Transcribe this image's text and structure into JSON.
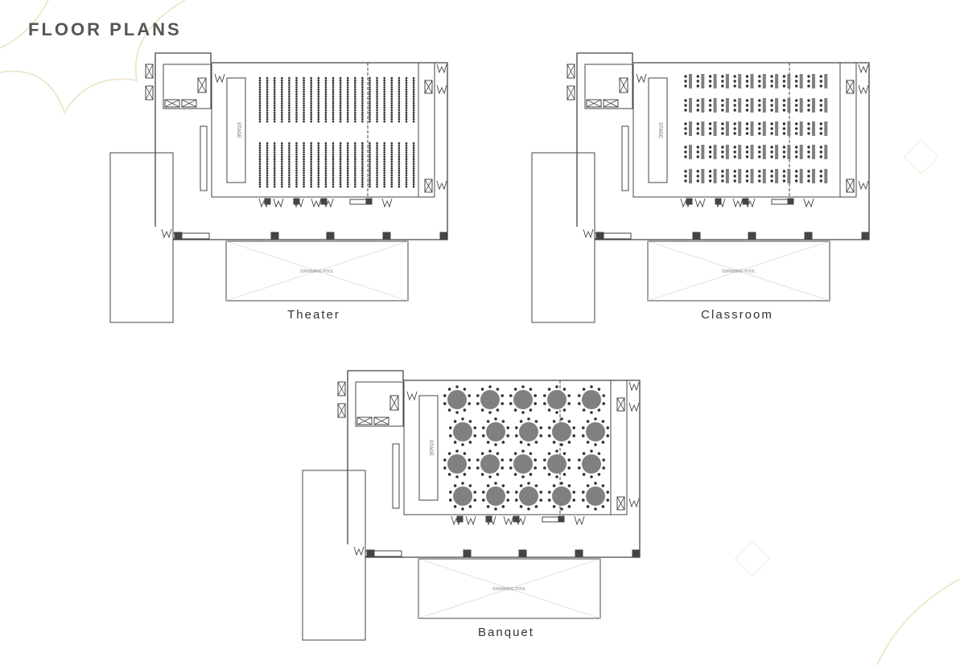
{
  "page_title": "FLOOR PLANS",
  "plans": [
    {
      "label": "Theater",
      "layout": "theater"
    },
    {
      "label": "Classroom",
      "layout": "classroom"
    },
    {
      "label": "Banquet",
      "layout": "banquet"
    }
  ],
  "stage_label": "STAGE",
  "pool_label": "SWIMMING POOL",
  "colors": {
    "wall": "#444444",
    "seat": "#333333",
    "table": "#808080",
    "column": "#444444",
    "accent": "#e8dfc0"
  }
}
